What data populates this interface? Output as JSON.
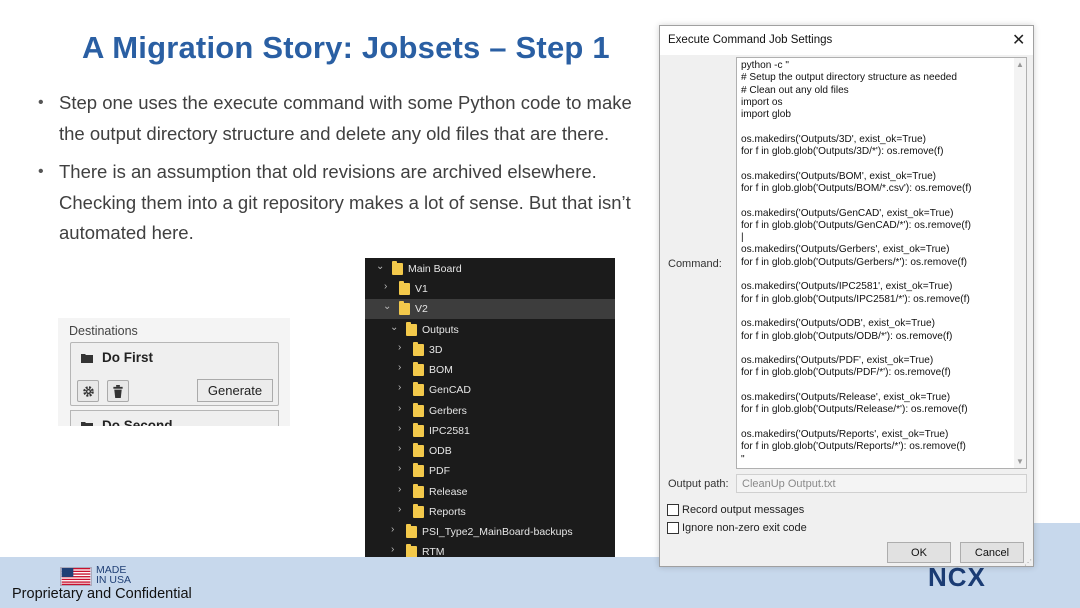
{
  "slide": {
    "title": "A Migration Story: Jobsets – Step 1",
    "bullets": [
      "Step one uses the execute command with some Python code to make the output directory structure and delete any old files that are there.",
      "There is an assumption that old revisions are archived elsewhere. Checking them into a git repository makes a lot of sense.  But that isn’t automated here."
    ],
    "footer": {
      "made_in_usa": "MADE IN USA",
      "confidential": "Proprietary and Confidential",
      "logo": "NCX"
    }
  },
  "destinations": {
    "label": "Destinations",
    "first": "Do First",
    "second": "Do Second",
    "generate_label": "Generate",
    "settings_icon": "gear-icon",
    "delete_icon": "trash-icon"
  },
  "tree": {
    "items": [
      {
        "label": "Main Board",
        "expanded": true
      },
      {
        "label": "V1",
        "expanded": false
      },
      {
        "label": "V2",
        "expanded": true,
        "selected": true
      },
      {
        "label": "Outputs",
        "expanded": true
      },
      {
        "label": "3D",
        "expanded": false
      },
      {
        "label": "BOM",
        "expanded": false
      },
      {
        "label": "GenCAD",
        "expanded": false
      },
      {
        "label": "Gerbers",
        "expanded": false
      },
      {
        "label": "IPC2581",
        "expanded": false
      },
      {
        "label": "ODB",
        "expanded": false
      },
      {
        "label": "PDF",
        "expanded": false
      },
      {
        "label": "Release",
        "expanded": false
      },
      {
        "label": "Reports",
        "expanded": false
      },
      {
        "label": "PSI_Type2_MainBoard-backups",
        "expanded": false
      },
      {
        "label": "RTM",
        "expanded": false
      }
    ]
  },
  "dialog": {
    "title": "Execute Command Job Settings",
    "command_label": "Command:",
    "command_lines": [
      "python -c \"",
      "# Setup the output directory structure as needed",
      "# Clean out any old files",
      "import os",
      "import glob",
      "",
      "os.makedirs('Outputs/3D', exist_ok=True)",
      "for f in glob.glob('Outputs/3D/*'): os.remove(f)",
      "",
      "os.makedirs('Outputs/BOM', exist_ok=True)",
      "for f in glob.glob('Outputs/BOM/*.csv'): os.remove(f)",
      "",
      "os.makedirs('Outputs/GenCAD', exist_ok=True)",
      "for f in glob.glob('Outputs/GenCAD/*'): os.remove(f)",
      "|",
      "os.makedirs('Outputs/Gerbers', exist_ok=True)",
      "for f in glob.glob('Outputs/Gerbers/*'): os.remove(f)",
      "",
      "os.makedirs('Outputs/IPC2581', exist_ok=True)",
      "for f in glob.glob('Outputs/IPC2581/*'): os.remove(f)",
      "",
      "os.makedirs('Outputs/ODB', exist_ok=True)",
      "for f in glob.glob('Outputs/ODB/*'): os.remove(f)",
      "",
      "os.makedirs('Outputs/PDF', exist_ok=True)",
      "for f in glob.glob('Outputs/PDF/*'): os.remove(f)",
      "",
      "os.makedirs('Outputs/Release', exist_ok=True)",
      "for f in glob.glob('Outputs/Release/*'): os.remove(f)",
      "",
      "os.makedirs('Outputs/Reports', exist_ok=True)",
      "for f in glob.glob('Outputs/Reports/*'): os.remove(f)",
      "\""
    ],
    "output_path_label": "Output path:",
    "output_path_value": "CleanUp Output.txt",
    "record_output_label": "Record output messages",
    "record_output_checked": false,
    "ignore_exit_label": "Ignore non-zero exit code",
    "ignore_exit_checked": false,
    "ok_label": "OK",
    "cancel_label": "Cancel",
    "close_icon": "close-icon"
  }
}
